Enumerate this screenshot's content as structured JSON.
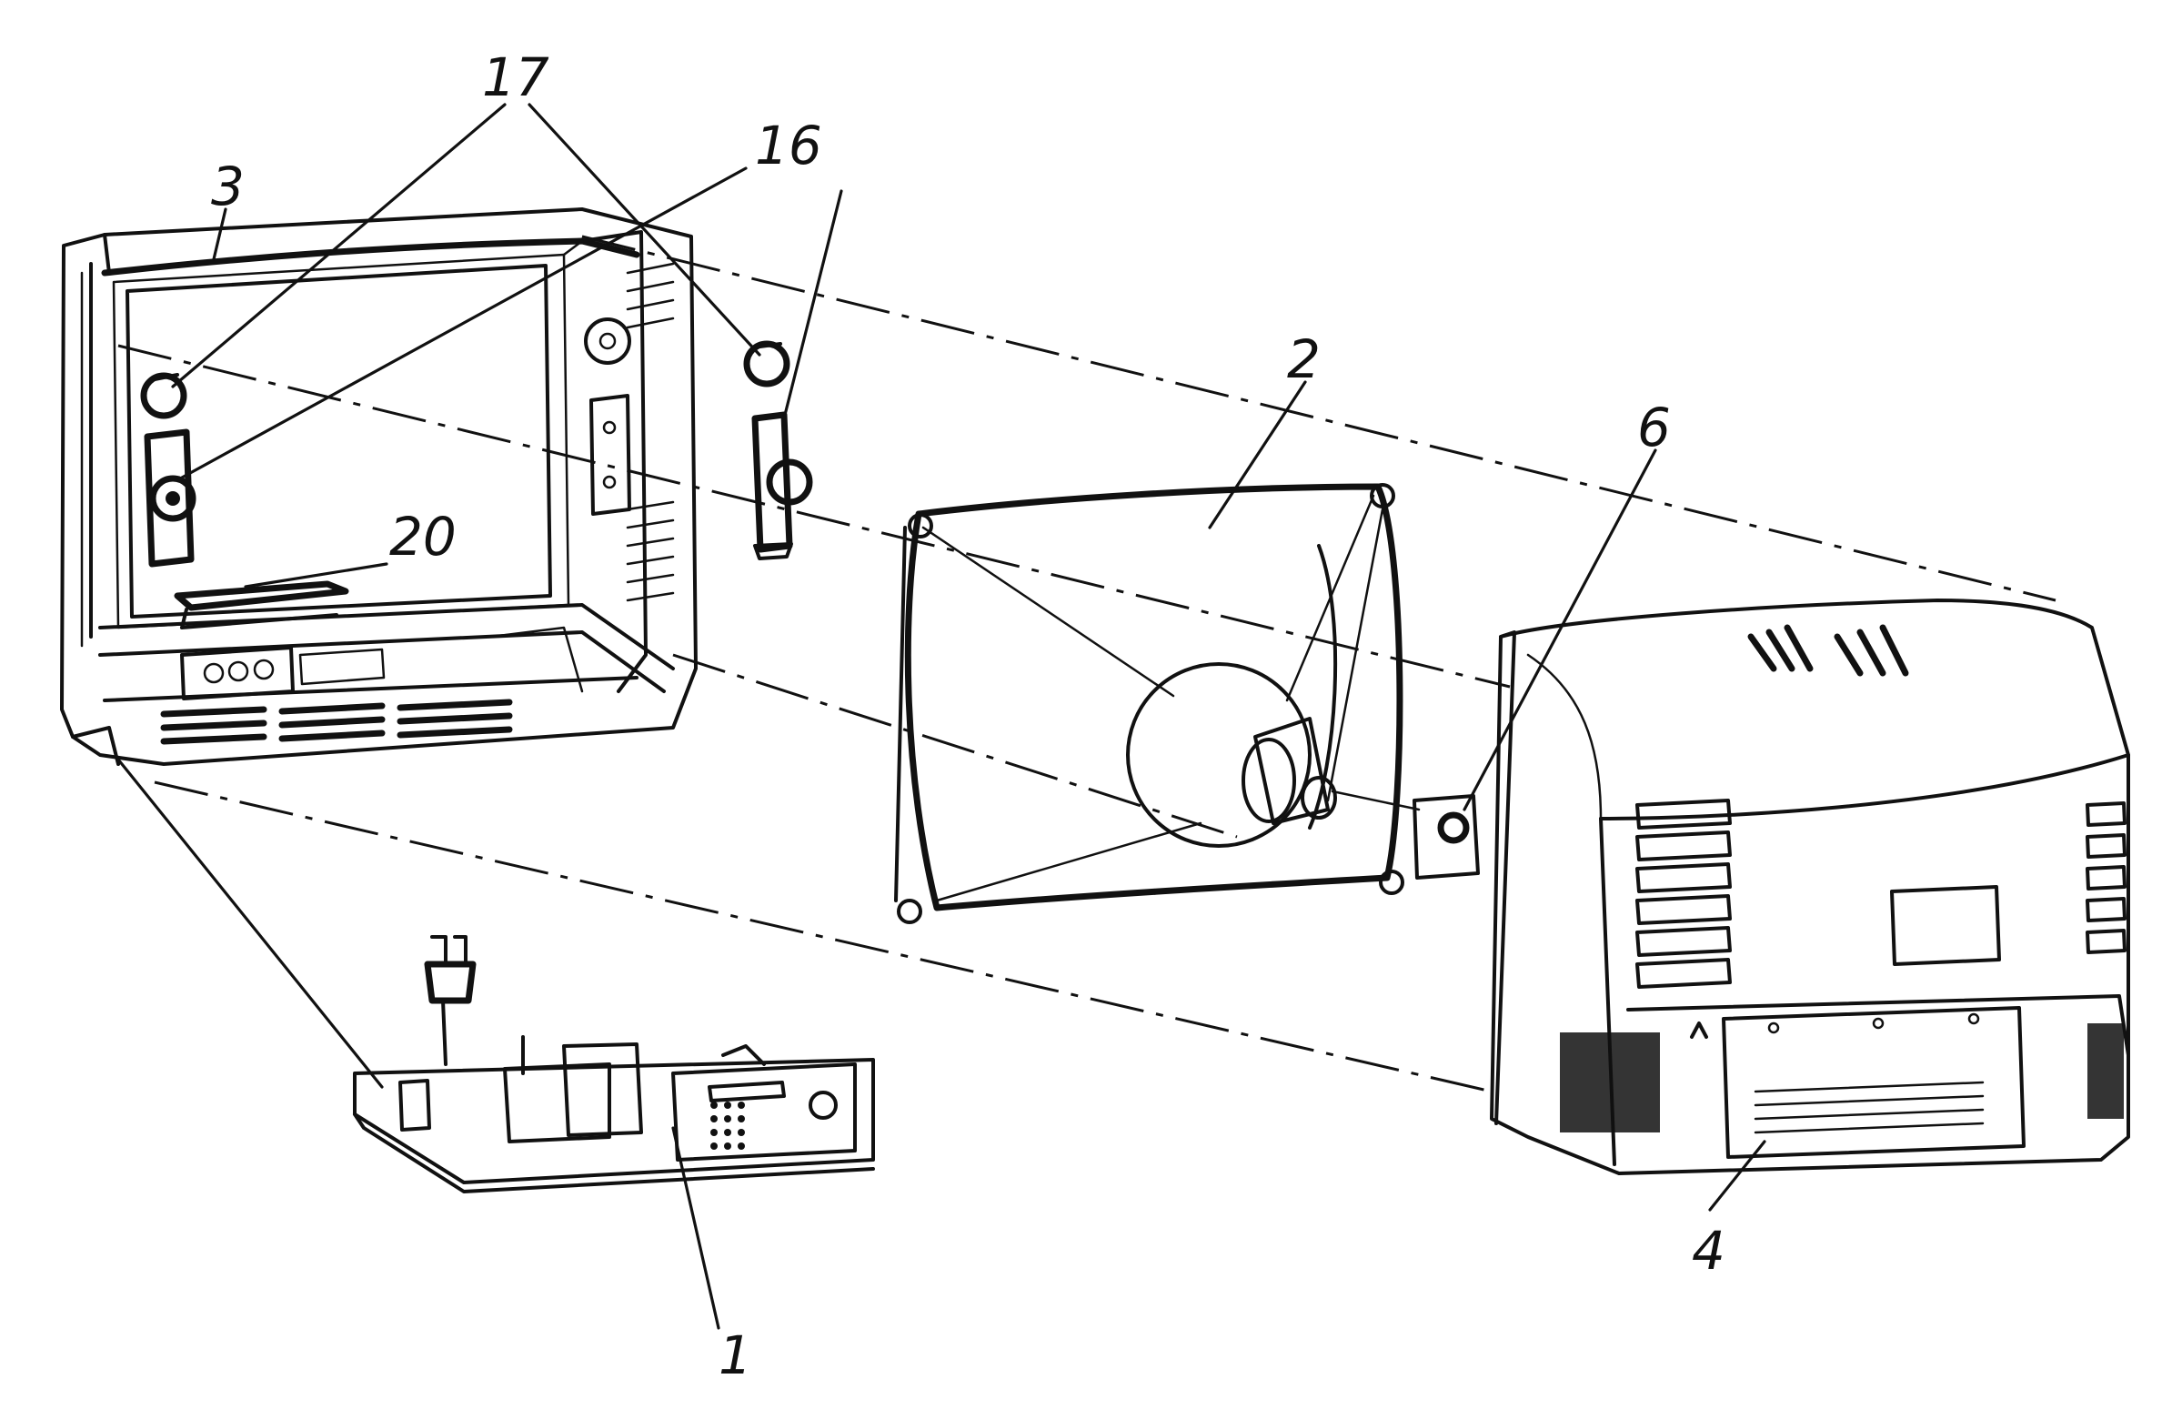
{
  "diagram": {
    "labels": [
      {
        "id": "17",
        "text": "17"
      },
      {
        "id": "16",
        "text": "16"
      },
      {
        "id": "3",
        "text": "3"
      },
      {
        "id": "2",
        "text": "2"
      },
      {
        "id": "6",
        "text": "6"
      },
      {
        "id": "20",
        "text": "20"
      },
      {
        "id": "1",
        "text": "1"
      },
      {
        "id": "4",
        "text": "4"
      }
    ]
  }
}
